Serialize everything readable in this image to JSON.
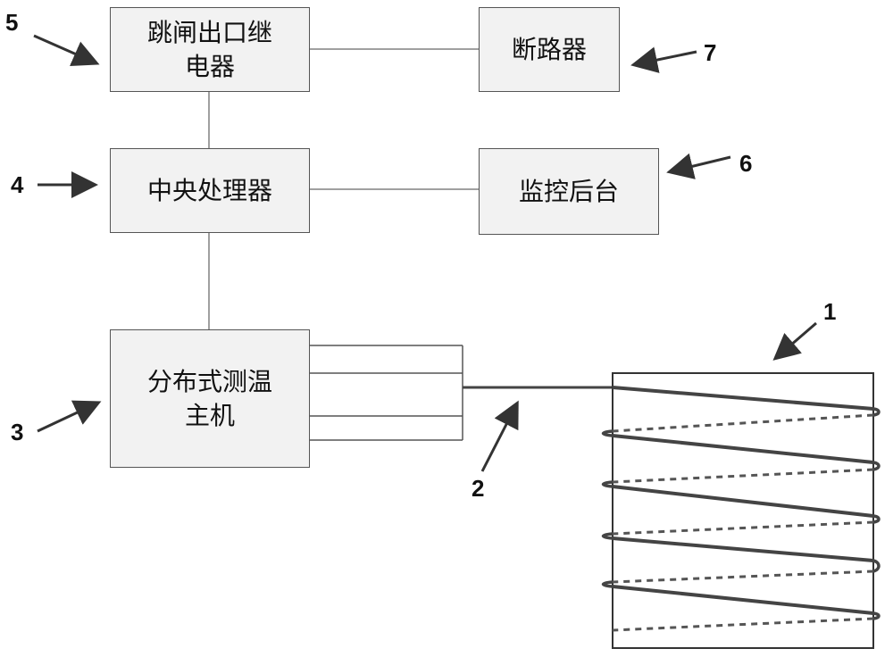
{
  "boxes": {
    "relay": {
      "line1": "跳闸出口继",
      "line2": "电器"
    },
    "breaker": {
      "label": "断路器"
    },
    "cpu": {
      "label": "中央处理器"
    },
    "monitor": {
      "label": "监控后台"
    },
    "host": {
      "line1": "分布式测温",
      "line2": "主机"
    }
  },
  "labels": {
    "n1": "1",
    "n2": "2",
    "n3": "3",
    "n4": "4",
    "n5": "5",
    "n6": "6",
    "n7": "7"
  },
  "colors": {
    "box_fill": "#f2f2f2",
    "box_border": "#555555",
    "line": "#808080",
    "arrow": "#333333",
    "coil": "#444444"
  }
}
